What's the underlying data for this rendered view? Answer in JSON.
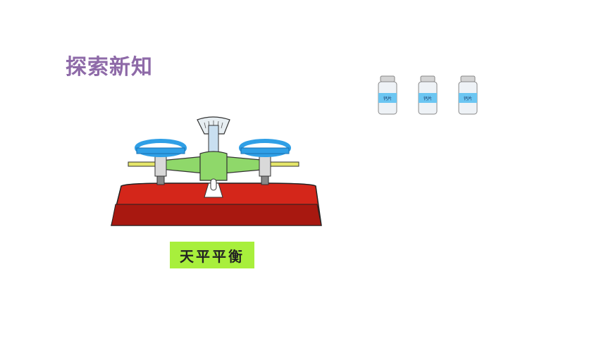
{
  "slide": {
    "title": "探索新知",
    "balance_label": "天平平衡"
  },
  "bottles": [
    {
      "label": "钙片"
    },
    {
      "label": "钙片"
    },
    {
      "label": "钙片"
    }
  ],
  "colors": {
    "title": "#8e6aa8",
    "label_bg": "#a8ef3c",
    "base": "#d4261a",
    "beam": "#8fd86a",
    "pan": "#2f9fe6"
  }
}
